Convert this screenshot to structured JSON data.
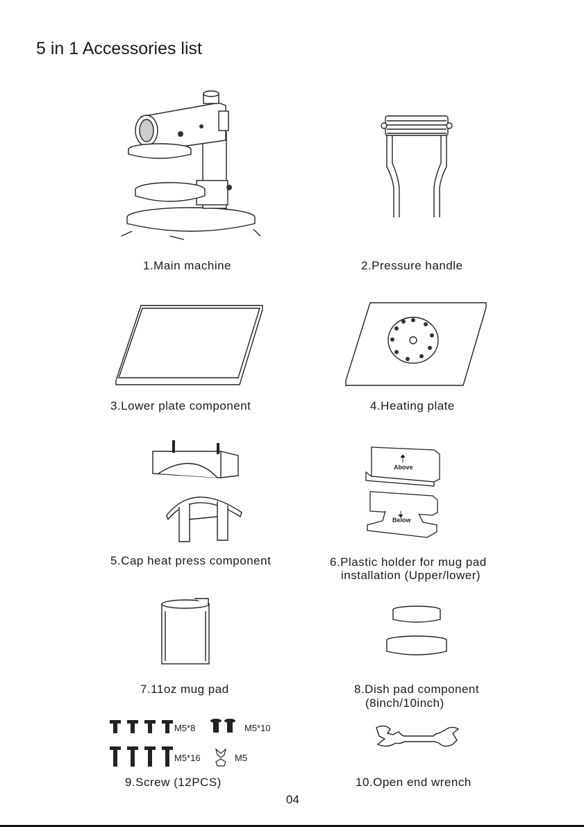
{
  "page": {
    "title": "5 in 1 Accessories list",
    "page_number": "04"
  },
  "items": [
    {
      "caption": "1.Main machine",
      "icon": "heat-press-machine"
    },
    {
      "caption": "2.Pressure handle",
      "icon": "pressure-handle"
    },
    {
      "caption": "3.Lower plate component",
      "icon": "lower-plate"
    },
    {
      "caption": "4.Heating plate",
      "icon": "heating-plate"
    },
    {
      "caption": "5.Cap heat press component",
      "icon": "cap-press"
    },
    {
      "caption": "6.Plastic holder for mug pad",
      "caption_line2": "installation (Upper/lower)",
      "icon": "plastic-holder",
      "labels": [
        "Above",
        "Below"
      ]
    },
    {
      "caption": "7.11oz mug pad",
      "icon": "mug-pad"
    },
    {
      "caption": "8.Dish pad component",
      "caption_line2": "(8inch/10inch)",
      "icon": "dish-pad"
    },
    {
      "caption": "9.Screw   (12PCS)",
      "icon": "screws",
      "screw_labels": [
        "M5*8",
        "M5*10",
        "M5*16",
        "M5"
      ]
    },
    {
      "caption": "10.Open end wrench",
      "icon": "wrench"
    }
  ]
}
